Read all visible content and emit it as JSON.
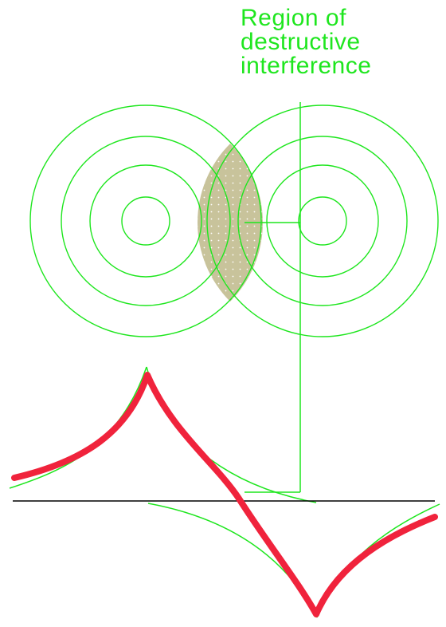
{
  "caption": {
    "line1": "Region  of",
    "line2": "destructive",
    "line3": "interference"
  },
  "colors": {
    "wave_circles": "#1ee61e",
    "overlap_fill": "#c8c39b",
    "overlap_dots": "#ffffff",
    "resultant_curve": "#f0233c",
    "baseline": "#000000",
    "label_text": "#1ee61e"
  },
  "diagram": {
    "left_source_rings": 4,
    "right_source_rings": 4,
    "overlap_region_name": "destructive interference region"
  }
}
